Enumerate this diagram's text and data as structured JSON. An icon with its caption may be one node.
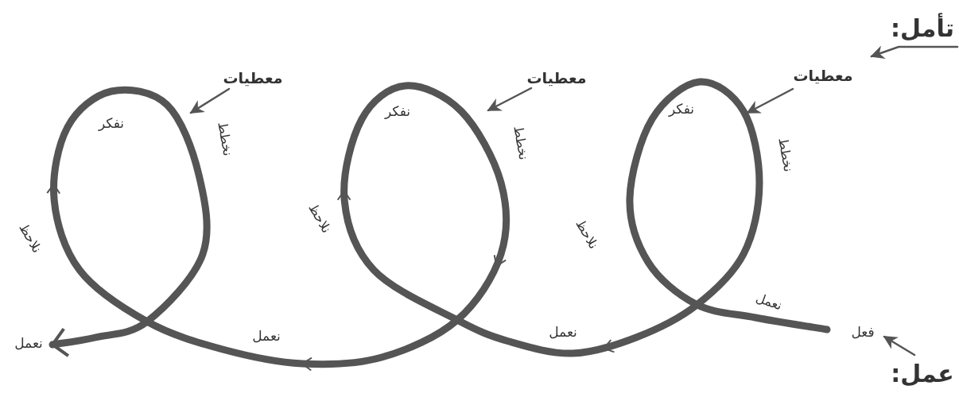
{
  "diagram": {
    "nodes": [
      {
        "text": [
          "تأمل:"
        ]
      },
      {
        "text": [
          "عمل:"
        ]
      },
      {
        "text": [
          "فعل"
        ]
      },
      {
        "text": [
          "معطيات"
        ]
      },
      {
        "text": [
          "معطيات"
        ]
      },
      {
        "text": [
          "معطيات"
        ]
      },
      {
        "text": [
          "نعمل"
        ]
      }
    ],
    "edges": [
      {
        "from": 2,
        "to": 6,
        "arrow": "to",
        "style": "thick"
      },
      {
        "from": 1,
        "to": 2,
        "arrow": "to"
      },
      {
        "from": 0,
        "to": 5,
        "arrow": "to"
      },
      {
        "from": 3,
        "to": null,
        "arrow": "to"
      },
      {
        "from": 4,
        "to": null,
        "arrow": "to"
      },
      {
        "from": 5,
        "to": null,
        "arrow": "to"
      }
    ],
    "labels": [
      "نفكر",
      "نفكر",
      "نفكر",
      "نخطط",
      "نخطط",
      "نخطط",
      "نلاحظ",
      "نلاحظ",
      "نلاحظ",
      "نعمل",
      "نعمل",
      "نعمل"
    ]
  }
}
